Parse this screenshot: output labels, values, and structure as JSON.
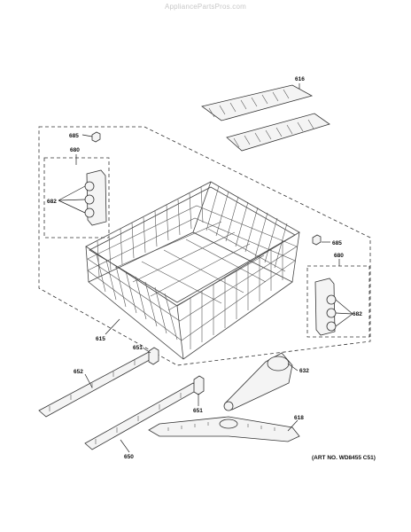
{
  "watermark": "AppliancePartsPros.com",
  "art_number": "(ART NO. WD8455 C51)",
  "callouts": {
    "p616": "616",
    "p685_left": "685",
    "p680_left": "680",
    "p682_left": "682",
    "p685_right": "685",
    "p680_right": "680",
    "p682_right": "682",
    "p615": "615",
    "p651_top": "651",
    "p652": "652",
    "p632": "632",
    "p651_bottom": "651",
    "p618": "618",
    "p650": "650"
  }
}
